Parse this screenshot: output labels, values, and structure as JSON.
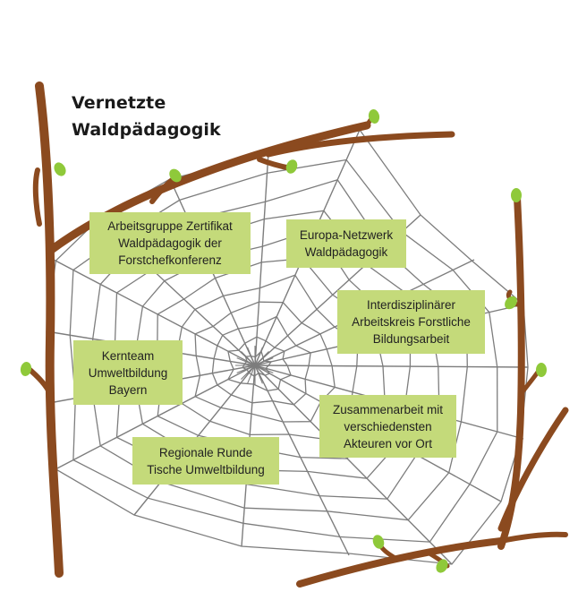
{
  "title": {
    "line1": "Vernetzte",
    "line2": "Waldpädagogik"
  },
  "boxes": [
    {
      "id": "arbeitsgruppe",
      "lines": [
        "Arbeitsgruppe Zertifikat",
        "Waldpädagogik der",
        "Forstchefkonferenz"
      ]
    },
    {
      "id": "europa",
      "lines": [
        "Europa-Netzwerk",
        "Waldpädagogik"
      ]
    },
    {
      "id": "interdisziplinaer",
      "lines": [
        "Interdisziplinärer",
        "Arbeitskreis Forstliche",
        "Bildungsarbeit"
      ]
    },
    {
      "id": "kernteam",
      "lines": [
        "Kernteam",
        "Umweltbildung",
        "Bayern"
      ]
    },
    {
      "id": "zusammenarbeit",
      "lines": [
        "Zusammenarbeit mit",
        "verschiedensten",
        "Akteuren vor Ort"
      ]
    },
    {
      "id": "regionale",
      "lines": [
        "Regionale Runde",
        "Tische Umweltbildung"
      ]
    }
  ],
  "colors": {
    "branch": "#8b4a1f",
    "leaf": "#8fc93a",
    "web": "#7d7d7d",
    "box": "#c4da7a"
  }
}
